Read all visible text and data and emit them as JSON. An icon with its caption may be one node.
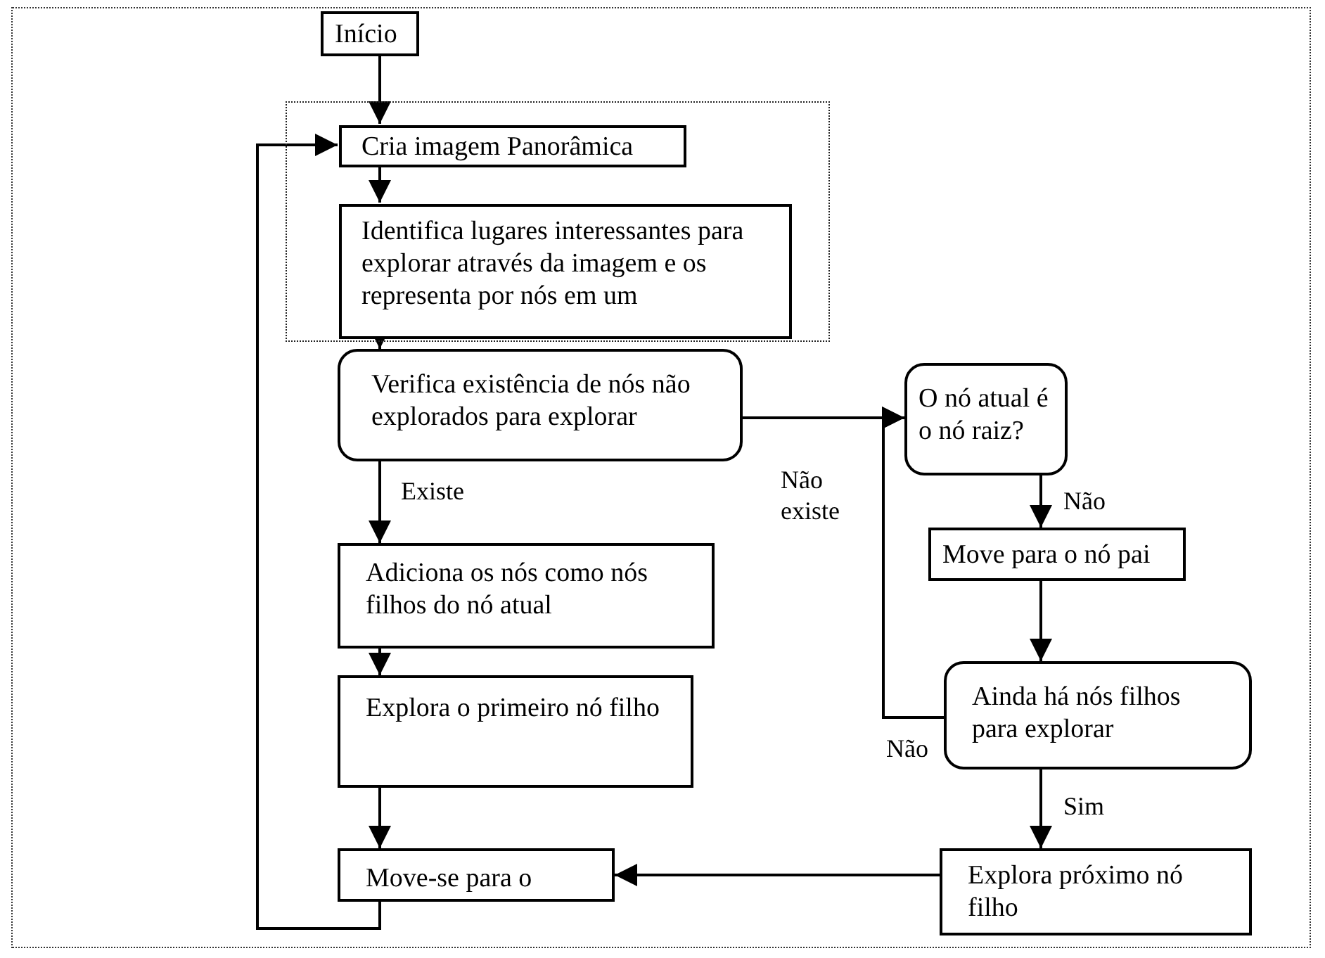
{
  "diagram": {
    "nodes": [
      {
        "text": [
          "Início"
        ]
      },
      {
        "text": [],
        "shape": "box"
      },
      {
        "text": [
          "Cria imagem Panorâmica"
        ],
        "in": 1
      },
      {
        "text": [
          "Identifica lugares interessantes para explorar  através da imagem e os representa por nós em um"
        ],
        "in": 1
      },
      {
        "text": [
          "Verifica existência de nós não explorados para explorar"
        ]
      },
      {
        "text": [
          "O nó atual é o nó raiz?"
        ]
      },
      {
        "text": [
          "Move para o nó pai"
        ]
      },
      {
        "text": [
          "Adiciona os nós como nós filhos do nó atual"
        ]
      },
      {
        "text": [
          "Ainda há nós filhos para explorar"
        ]
      },
      {
        "text": [
          "Explora o primeiro nó filho"
        ]
      },
      {
        "text": [
          "Explora próximo nó filho"
        ]
      },
      {
        "text": [
          "Move-se para o"
        ]
      }
    ],
    "edges": [
      {
        "from": 0,
        "to": 2,
        "arrow": "to"
      },
      {
        "from": 2,
        "to": 3,
        "arrow": "to"
      },
      {
        "from": 3,
        "to": 4,
        "arrow": "to"
      },
      {
        "from": 4,
        "to": 7,
        "arrow": "to",
        "label": "Existe"
      },
      {
        "from": 4,
        "to": 5,
        "arrow": "to",
        "label": "Não existe"
      },
      {
        "from": 5,
        "to": 6,
        "arrow": "to",
        "label": "Não"
      },
      {
        "from": 6,
        "to": 8,
        "arrow": "to"
      },
      {
        "from": 8,
        "to": 5,
        "arrow": "to",
        "label": "Não"
      },
      {
        "from": 8,
        "to": 10,
        "arrow": "to",
        "label": "Sim"
      },
      {
        "from": 7,
        "to": 9,
        "arrow": "to"
      },
      {
        "from": 9,
        "to": 11,
        "arrow": "to"
      },
      {
        "from": 10,
        "to": 11,
        "arrow": "to"
      },
      {
        "from": 11,
        "to": 2,
        "arrow": "to"
      }
    ]
  }
}
